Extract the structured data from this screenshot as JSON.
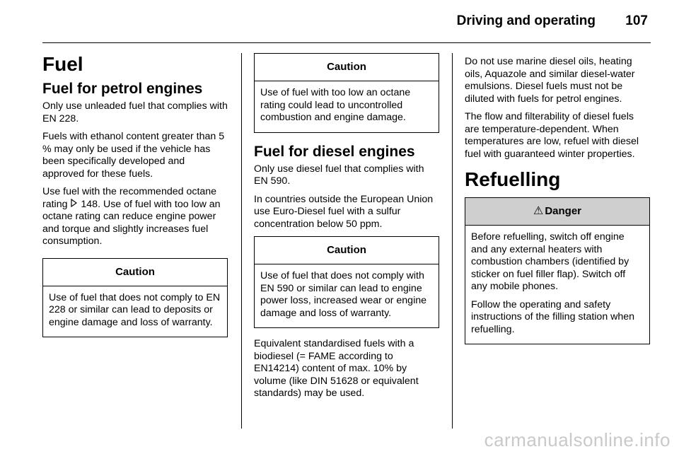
{
  "header": {
    "title": "Driving and operating",
    "page_number": "107"
  },
  "col1": {
    "section_title": "Fuel",
    "sub_title": "Fuel for petrol engines",
    "p1": "Only use unleaded fuel that complies with EN 228.",
    "p2": "Fuels with ethanol content greater than 5 % may only be used if the vehicle has been specifically developed and approved for these fuels.",
    "p3_before": "Use fuel with the recommended octane rating ",
    "p3_ref": "148",
    "p3_after": ". Use of fuel with too low an octane rating can reduce engine power and torque and slightly increases fuel consumption.",
    "caution": {
      "title": "Caution",
      "text": "Use of fuel that does not comply to EN 228 or similar can lead to deposits or engine damage and loss of warranty."
    }
  },
  "col2": {
    "caution1": {
      "title": "Caution",
      "text": "Use of fuel with too low an octane rating could lead to uncontrolled combustion and engine damage."
    },
    "sub_title": "Fuel for diesel engines",
    "p1": "Only use diesel fuel that complies with EN 590.",
    "p2": "In countries outside the European Union use Euro-Diesel fuel with a sulfur concentration below 50 ppm.",
    "caution2": {
      "title": "Caution",
      "text": "Use of fuel that does not comply with EN 590 or similar can lead to engine power loss, increased wear or engine damage and loss of warranty."
    },
    "p3": "Equivalent standardised fuels with a biodiesel (= FAME according to EN14214) content of max. 10% by volume (like DIN 51628 or equivalent standards) may be used."
  },
  "col3": {
    "p1": "Do not use marine diesel oils, heating oils, Aquazole and similar diesel-water emulsions. Diesel fuels must not be diluted with fuels for petrol engines.",
    "p2": "The flow and filterability of diesel fuels are temperature-dependent. When temperatures are low, refuel with diesel fuel with guaranteed winter properties.",
    "section_title": "Refuelling",
    "danger": {
      "title": "Danger",
      "p1": "Before refuelling, switch off engine and any external heaters with combustion chambers (identified by sticker on fuel filler flap). Switch off any mobile phones.",
      "p2": "Follow the operating and safety instructions of the filling station when refuelling."
    }
  },
  "watermark": "carmanualsonline.info",
  "icons": {
    "ref": "page-reference-arrow-icon",
    "warning": "warning-triangle-icon"
  },
  "colors": {
    "danger_header": "#cfcfcf",
    "watermark": "#c9c9c9"
  }
}
